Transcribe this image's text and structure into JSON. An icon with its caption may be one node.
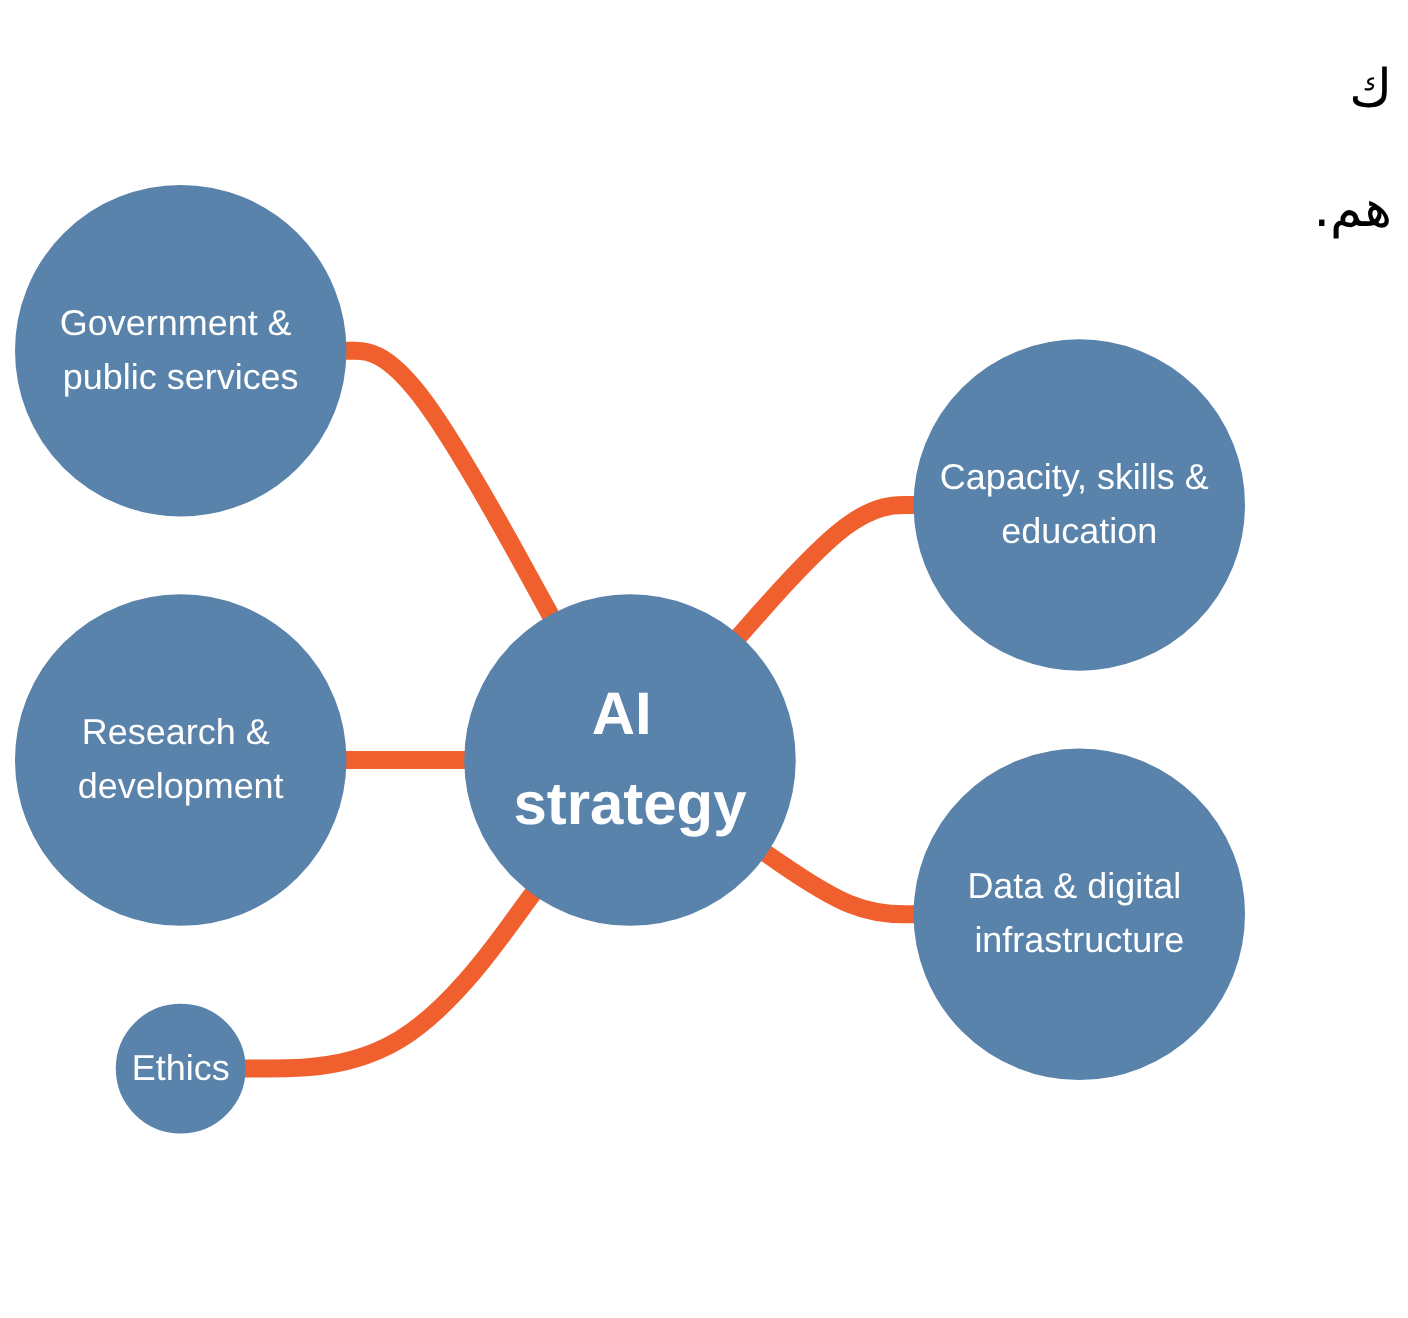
{
  "diagram": {
    "nodes": [
      {
        "text": [
          "Government & public services"
        ]
      },
      {
        "text": [
          "Research & development"
        ]
      },
      {
        "text": [
          "AI strategy"
        ]
      },
      {
        "text": [
          "Ethics"
        ]
      },
      {
        "text": [
          "Capacity, skills & education"
        ]
      },
      {
        "text": [
          "Data & digital infrastructure"
        ]
      }
    ],
    "edges": [
      {
        "from": 0,
        "to": 2,
        "arrow": "none",
        "color": "#f0602e"
      },
      {
        "from": 1,
        "to": 2,
        "arrow": "none",
        "color": "#f0602e"
      },
      {
        "from": 3,
        "to": 2,
        "arrow": "none",
        "color": "#f0602e"
      },
      {
        "from": 2,
        "to": 4,
        "arrow": "none",
        "color": "#f0602e"
      },
      {
        "from": 2,
        "to": 5,
        "arrow": "none",
        "color": "#f0602e"
      }
    ],
    "labels": [
      "ك",
      "هم."
    ]
  }
}
